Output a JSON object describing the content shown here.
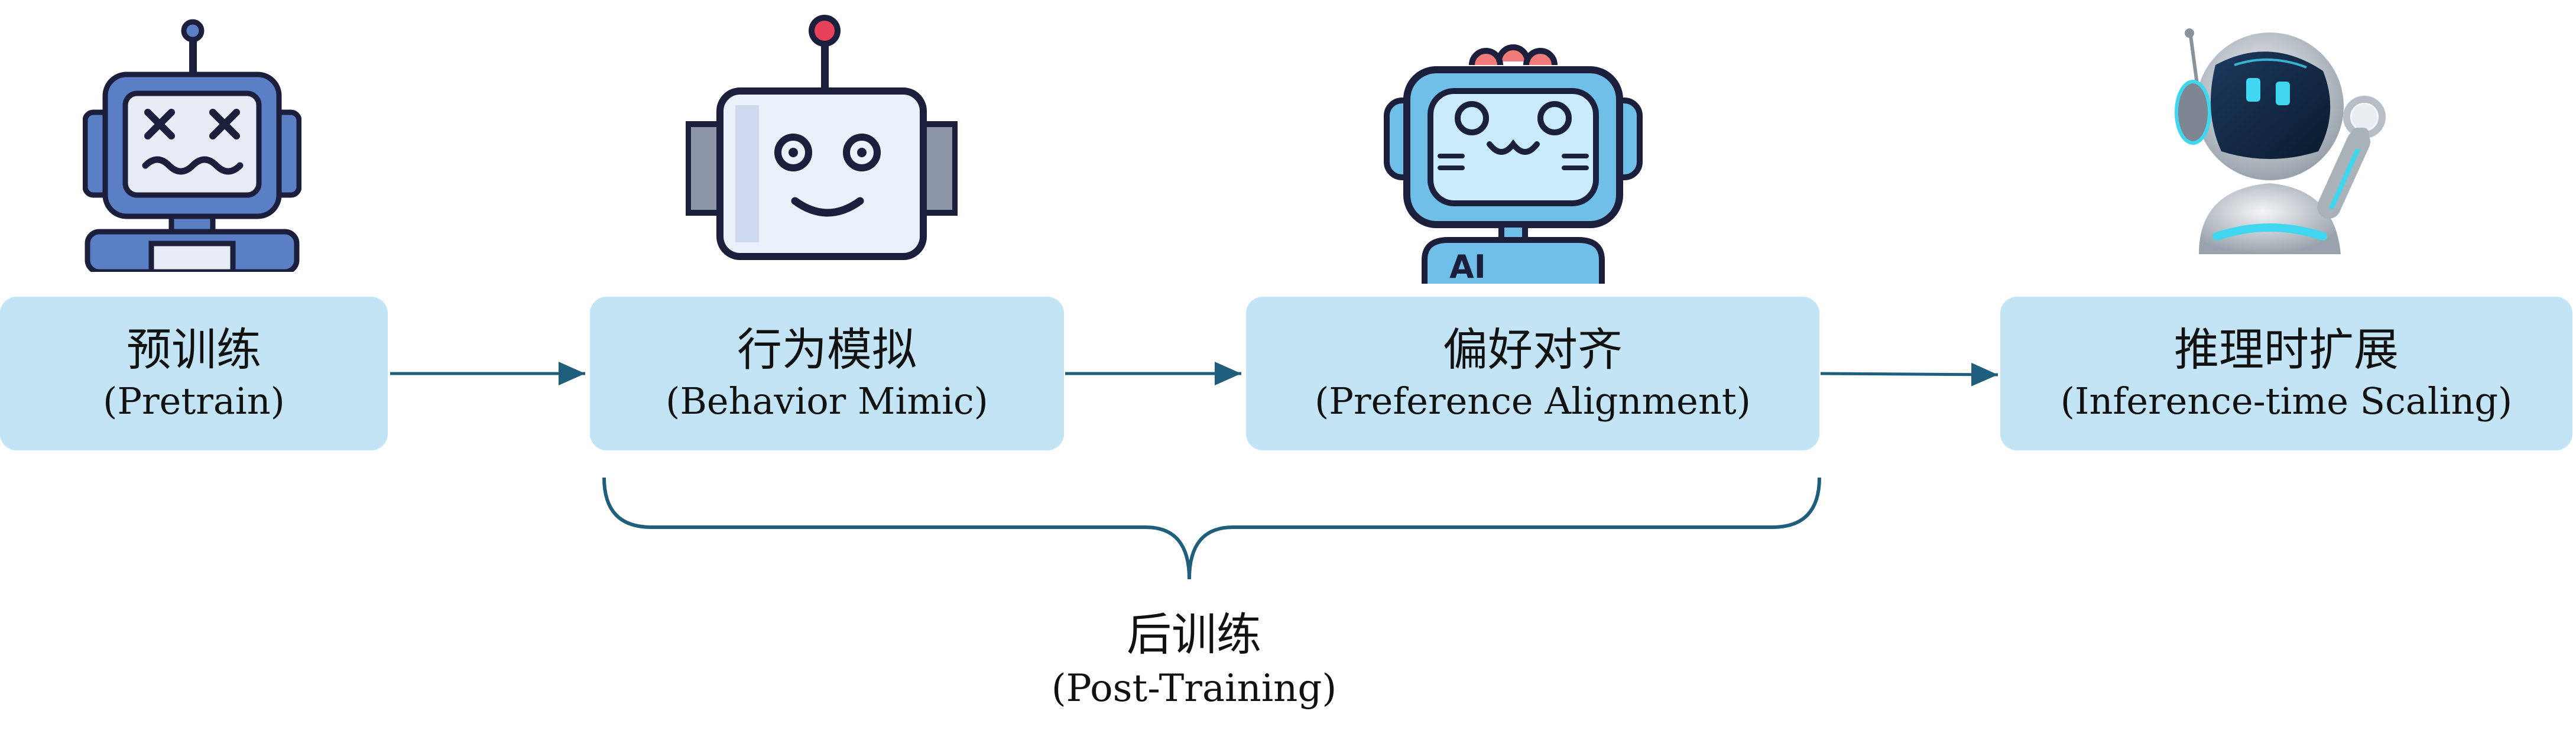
{
  "stages": [
    {
      "zh": "预训练",
      "en": "(Pretrain)",
      "icon": "sad-robot-icon"
    },
    {
      "zh": "行为模拟",
      "en": "(Behavior Mimic)",
      "icon": "smiling-robot-icon"
    },
    {
      "zh": "偏好对齐",
      "en": "(Preference Alignment)",
      "icon": "ai-robot-icon"
    },
    {
      "zh": "推理时扩展",
      "en": "(Inference-time Scaling)",
      "icon": "robot-with-magnifier-icon"
    }
  ],
  "post_training": {
    "zh": "后训练",
    "en": "(Post-Training)"
  },
  "colors": {
    "box": "#c3e4f5",
    "arrow": "#1f5f7d",
    "robot_outline": "#1b1f3b",
    "robot_blue": "#5a7fc4"
  }
}
